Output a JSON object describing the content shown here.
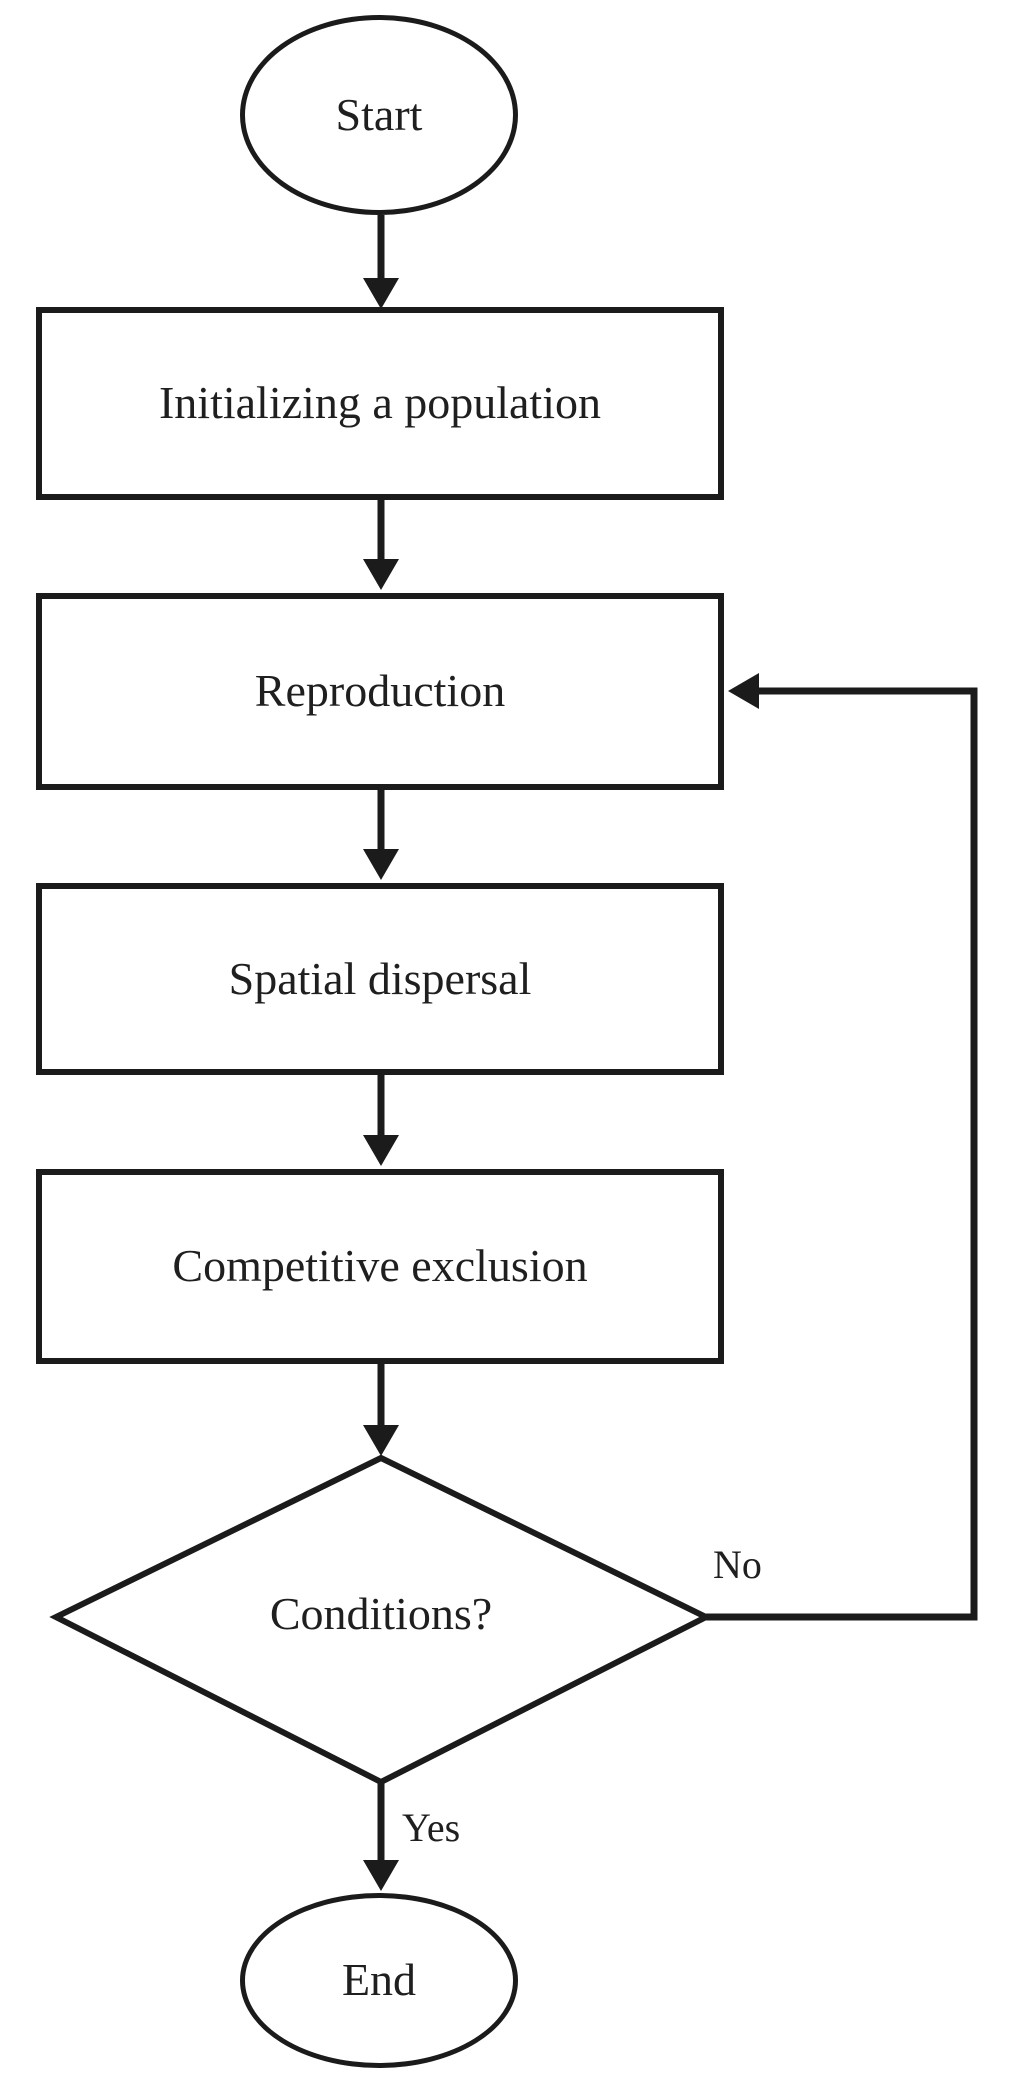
{
  "flowchart": {
    "nodes": {
      "start": {
        "label": "Start",
        "shape": "ellipse"
      },
      "init_population": {
        "label": "Initializing a population",
        "shape": "rectangle"
      },
      "reproduction": {
        "label": "Reproduction",
        "shape": "rectangle"
      },
      "spatial_dispersal": {
        "label": "Spatial dispersal",
        "shape": "rectangle"
      },
      "competitive_exclusion": {
        "label": "Competitive exclusion",
        "shape": "rectangle"
      },
      "conditions": {
        "label": "Conditions?",
        "shape": "diamond"
      },
      "end": {
        "label": "End",
        "shape": "ellipse"
      }
    },
    "edge_labels": {
      "no": "No",
      "yes": "Yes"
    },
    "edges": [
      {
        "from": "start",
        "to": "init_population"
      },
      {
        "from": "init_population",
        "to": "reproduction"
      },
      {
        "from": "reproduction",
        "to": "spatial_dispersal"
      },
      {
        "from": "spatial_dispersal",
        "to": "competitive_exclusion"
      },
      {
        "from": "competitive_exclusion",
        "to": "conditions"
      },
      {
        "from": "conditions",
        "to": "end",
        "label": "Yes"
      },
      {
        "from": "conditions",
        "to": "reproduction",
        "label": "No"
      }
    ],
    "colors": {
      "stroke": "#1b1b1b",
      "text": "#1f1f1f",
      "background": "#ffffff"
    }
  }
}
